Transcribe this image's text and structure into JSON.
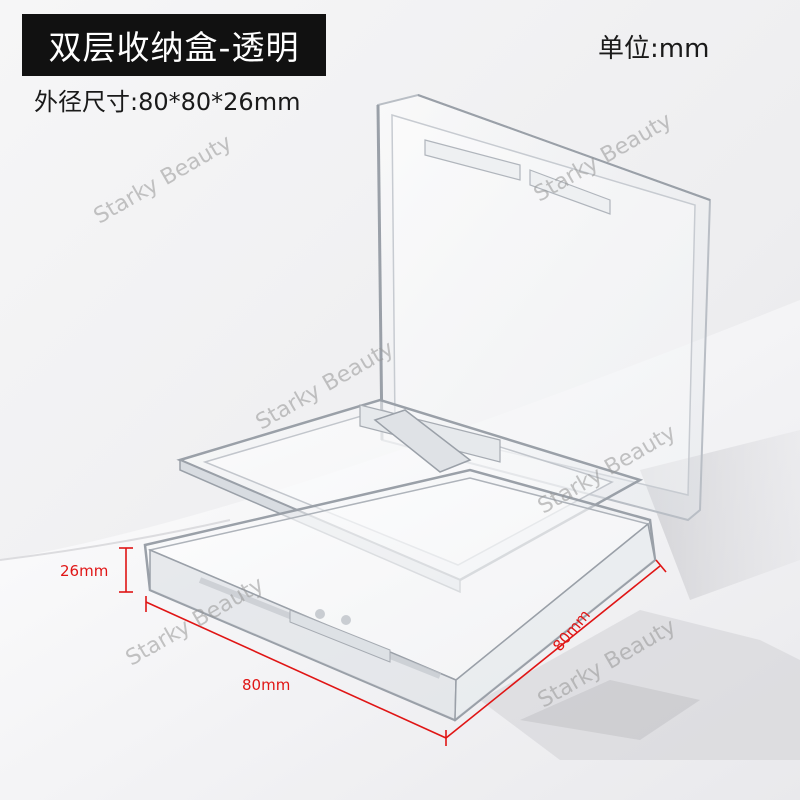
{
  "header": {
    "title": "双层收纳盒-透明",
    "subtitle": "外径尺寸:80*80*26mm",
    "unit": "单位:mm"
  },
  "watermark": {
    "text": "Starky Beauty"
  },
  "dimensions": {
    "height_label": "26mm",
    "width_label": "80mm",
    "depth_label": "80mm"
  },
  "colors": {
    "dimension_line": "#e01515",
    "title_background": "#111111"
  }
}
